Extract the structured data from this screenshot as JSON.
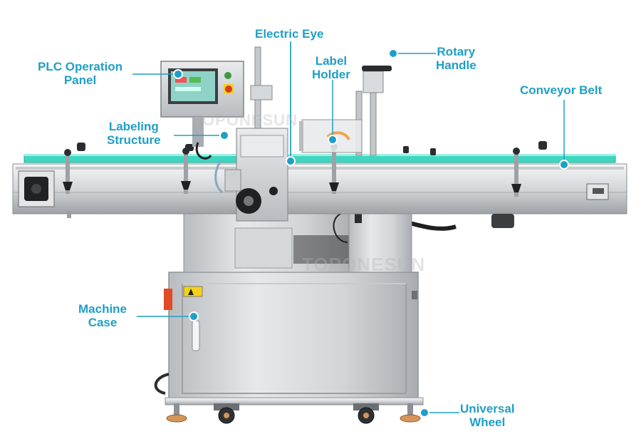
{
  "accent_color": "#1f9fc6",
  "watermark": "TOPONESUN",
  "callouts": {
    "electric_eye": [
      "Electric Eye"
    ],
    "plc_panel": [
      "PLC Operation",
      "Panel"
    ],
    "label_holder": [
      "Label",
      "Holder"
    ],
    "rotary_handle": [
      "Rotary",
      "Handle"
    ],
    "conveyor_belt": [
      "Conveyor Belt"
    ],
    "labeling_structure": [
      "Labeling",
      "Structure"
    ],
    "machine_case": [
      "Machine",
      "Case"
    ],
    "universal_wheel": [
      "Universal",
      "Wheel"
    ]
  },
  "icons": [
    "warning-sticker-icon",
    "machine-illustration"
  ]
}
